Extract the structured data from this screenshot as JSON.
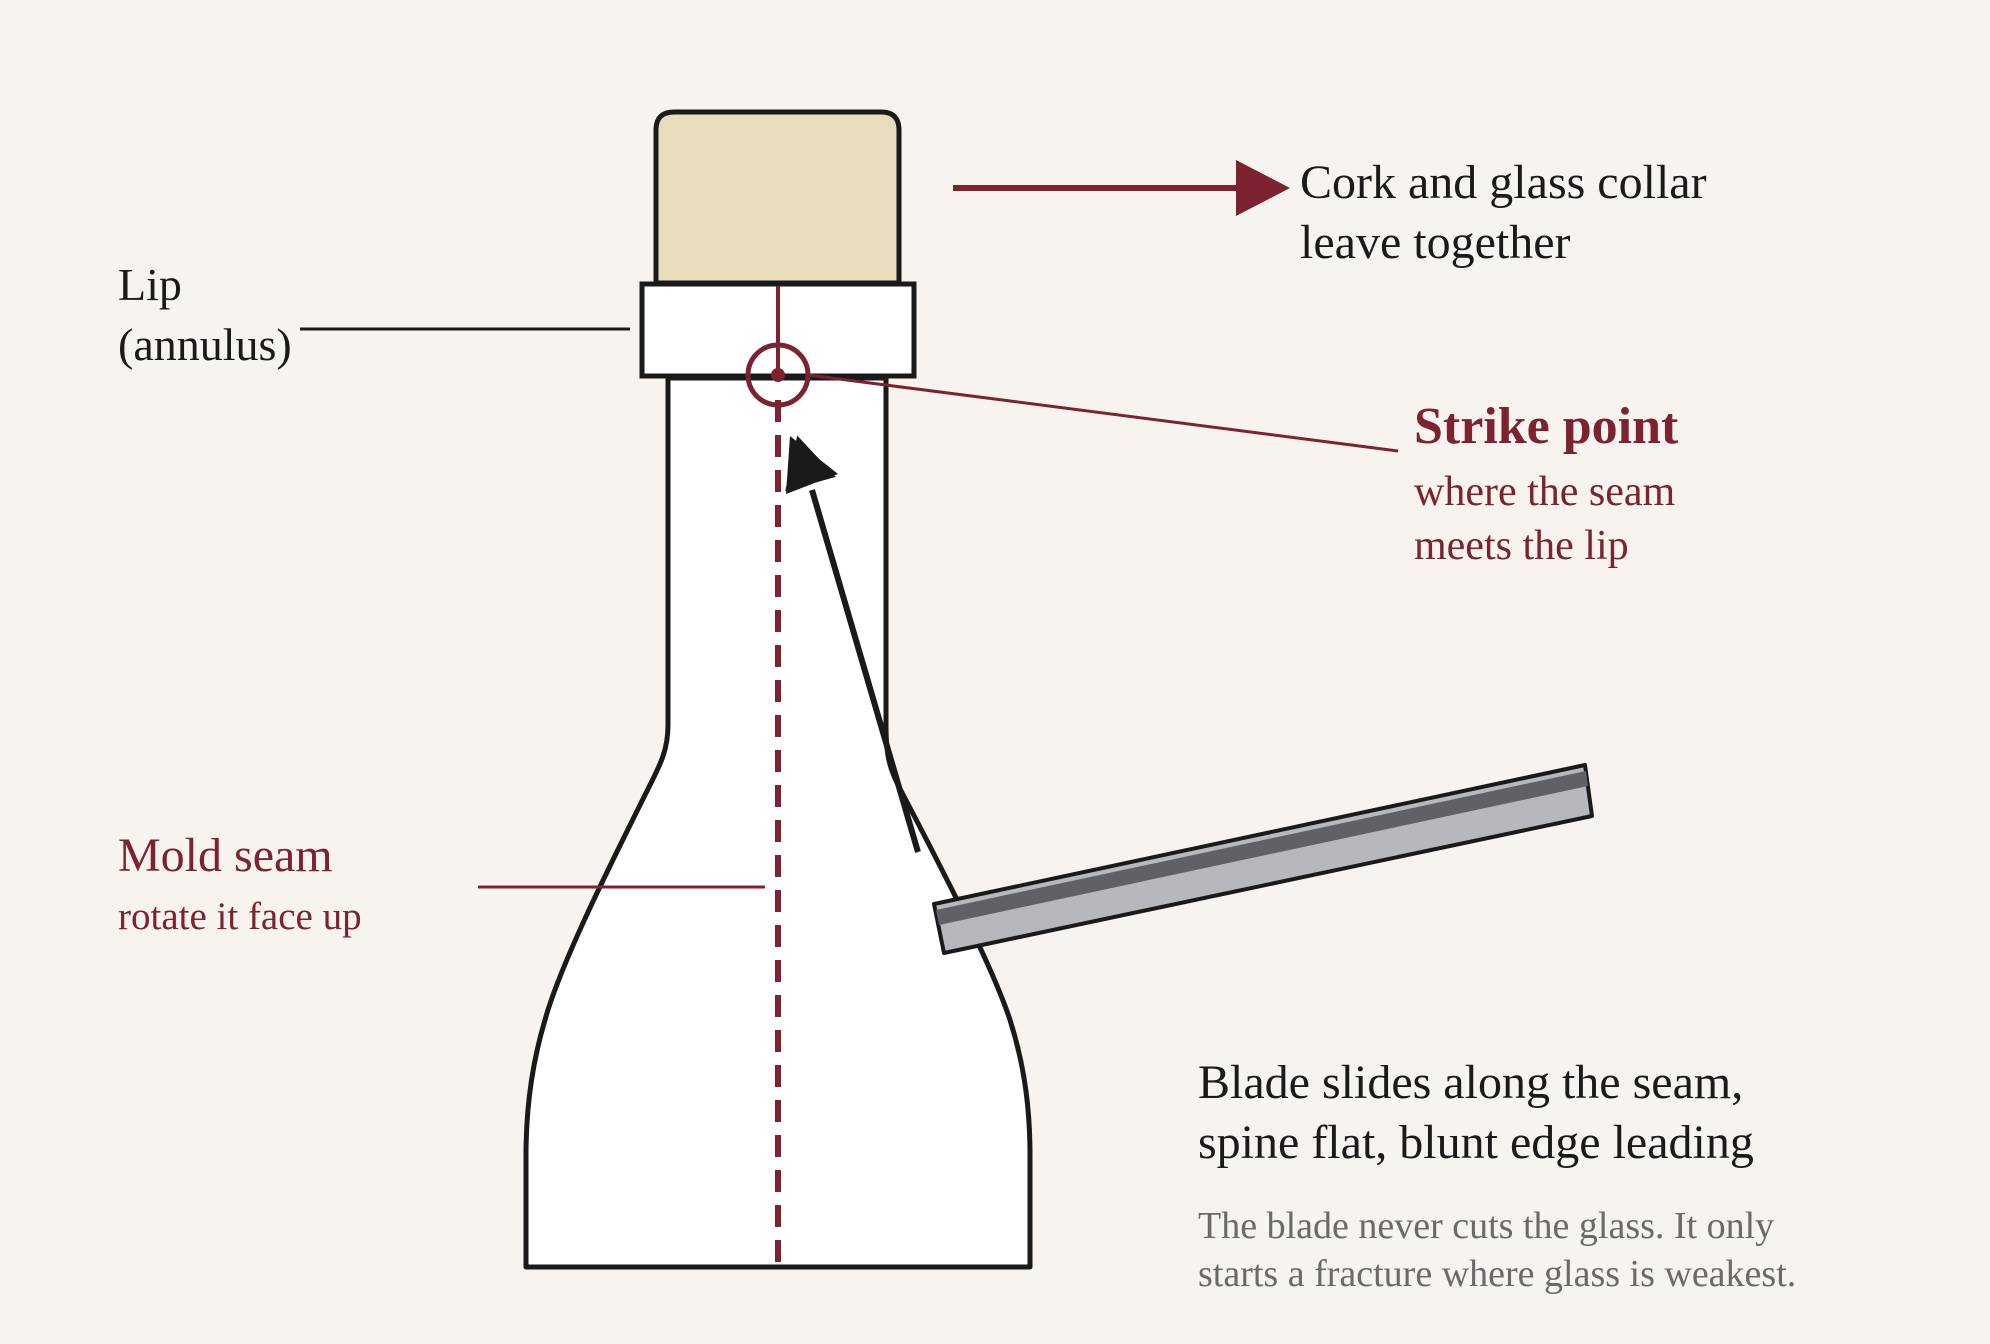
{
  "labels": {
    "lip": [
      "Lip",
      "(annulus)"
    ],
    "cork": [
      "Cork and glass collar",
      "leave together"
    ],
    "strike_title": "Strike point",
    "strike_sub": [
      "where the seam",
      "meets the lip"
    ],
    "seam_title": "Mold seam",
    "seam_sub": "rotate it face up",
    "blade_title": [
      "Blade slides along the seam,",
      "spine flat, blunt edge leading"
    ],
    "blade_note": [
      "The blade never cuts the glass. It only",
      "starts a fracture where glass is weakest."
    ]
  },
  "colors": {
    "background": "#f7f4ef",
    "accent_red": "#7d2230",
    "ink": "#1a1a1a",
    "cork": "#e7ddbd",
    "blade": "#b6b8bd",
    "blade_spine": "#5f6166"
  }
}
